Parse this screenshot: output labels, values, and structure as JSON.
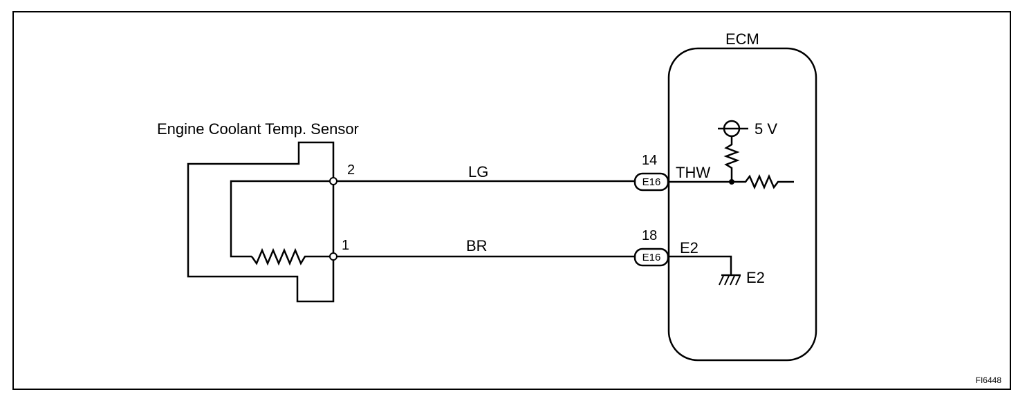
{
  "diagram": {
    "sensor_title": "Engine Coolant Temp. Sensor",
    "ecm_title": "ECM",
    "figure_id": "FI6448",
    "sensor_pins": {
      "top": "2",
      "bottom": "1"
    },
    "wires": {
      "top_color": "LG",
      "bottom_color": "BR"
    },
    "connectors": {
      "top": {
        "pin": "14",
        "name": "E16"
      },
      "bottom": {
        "pin": "18",
        "name": "E16"
      }
    },
    "ecm_signals": {
      "top": "THW",
      "bottom": "E2"
    },
    "supply_label": "5 V",
    "ground_label": "E2"
  }
}
